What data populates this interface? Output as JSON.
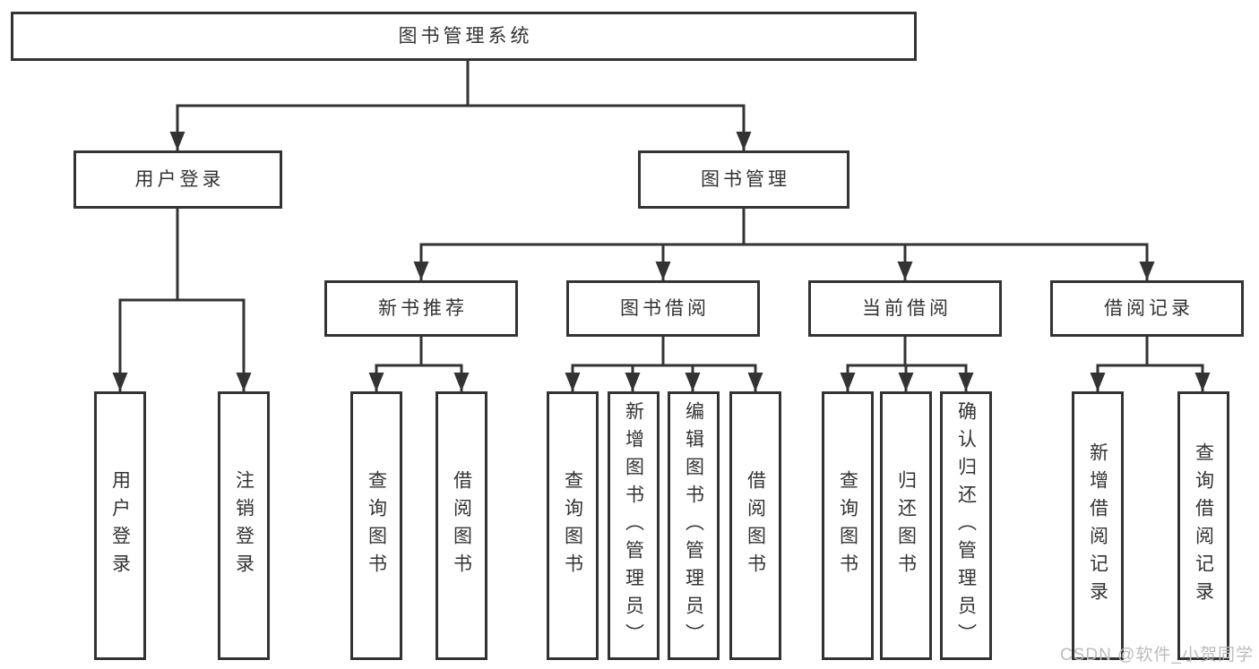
{
  "diagram": {
    "root": {
      "label": "图书管理系统"
    },
    "level2": [
      {
        "label": "用户登录"
      },
      {
        "label": "图书管理"
      }
    ],
    "level3": [
      {
        "label": "新书推荐"
      },
      {
        "label": "图书借阅"
      },
      {
        "label": "当前借阅"
      },
      {
        "label": "借阅记录"
      }
    ],
    "leaves": {
      "user_login": [
        "用户登录",
        "注销登录"
      ],
      "new_book": [
        "查询图书",
        "借阅图书"
      ],
      "book_borrow": [
        "查询图书",
        "新增图书（管理员）",
        "编辑图书（管理员）",
        "借阅图书"
      ],
      "current_borrow": [
        "查询图书",
        "归还图书",
        "确认归还（管理员）"
      ],
      "borrow_record": [
        "新增借阅记录",
        "查询借阅记录"
      ]
    }
  },
  "watermark": {
    "text": "CSDN @软件_小贺同学"
  },
  "colors": {
    "line": "#333333",
    "text": "#333333",
    "box_background": "#ffffff",
    "watermark": "#bcbcbc"
  }
}
